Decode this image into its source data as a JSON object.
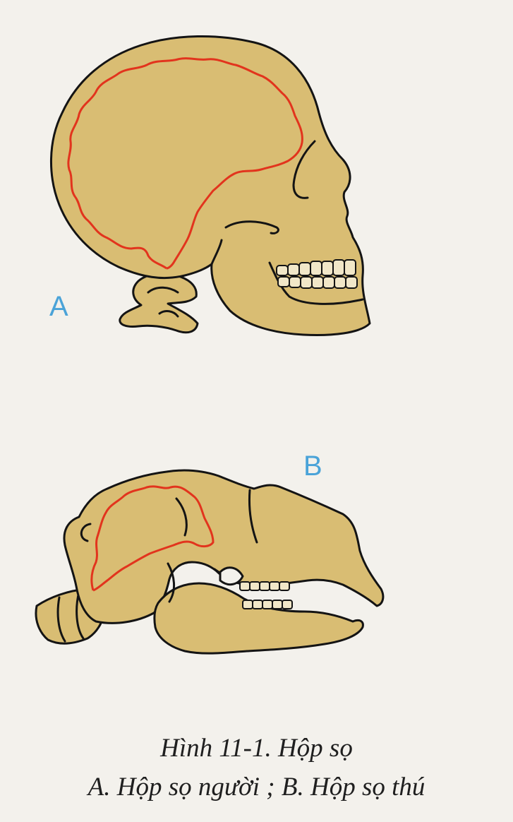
{
  "figure": {
    "panel_a_label": "A",
    "panel_b_label": "B",
    "caption_title": "Hình 11-1. Hộp sọ",
    "caption_legend": "A. Hộp sọ người ; B. Hộp sọ thú"
  },
  "colors": {
    "background": "#f3f1ec",
    "bone": "#d9bd73",
    "outline": "#141414",
    "braincase_outline": "#e2341d",
    "label": "#4aa3d8"
  }
}
